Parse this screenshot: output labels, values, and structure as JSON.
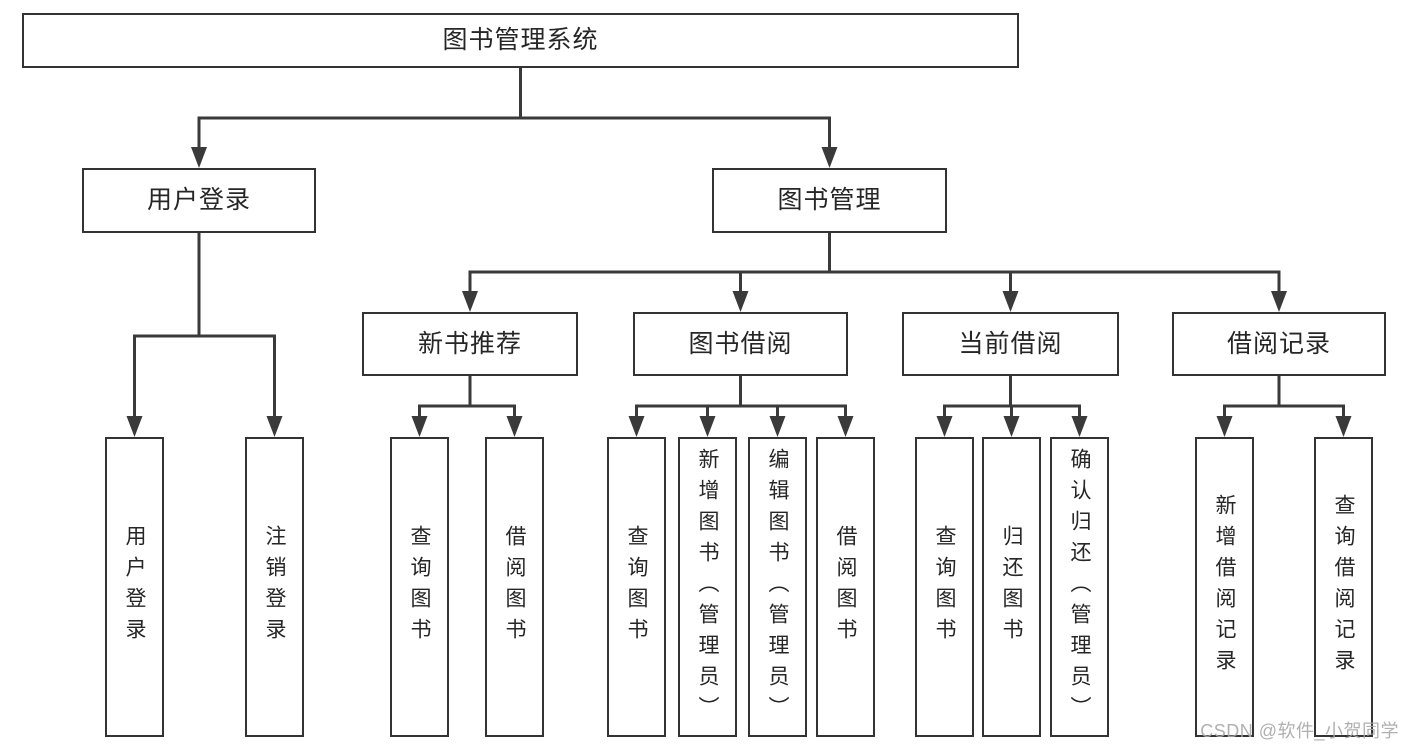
{
  "watermark": "CSDN @软件_小贺同学",
  "colors": {
    "line": "#3a3a3a",
    "box_border": "#333333",
    "box_fill": "#ffffff",
    "text": "#262626",
    "watermark_text": "#a8a8a8",
    "background": "#ffffff"
  },
  "tree": {
    "root": {
      "label": "图书管理系统"
    },
    "level2": [
      {
        "label": "用户登录",
        "children": [
          {
            "label": "用户登录"
          },
          {
            "label": "注销登录"
          }
        ]
      },
      {
        "label": "图书管理",
        "children": [
          {
            "label": "新书推荐",
            "children": [
              {
                "label": "查询图书"
              },
              {
                "label": "借阅图书"
              }
            ]
          },
          {
            "label": "图书借阅",
            "children": [
              {
                "label": "查询图书"
              },
              {
                "label": "新增图书（管理员）"
              },
              {
                "label": "编辑图书（管理员）"
              },
              {
                "label": "借阅图书"
              }
            ]
          },
          {
            "label": "当前借阅",
            "children": [
              {
                "label": "查询图书"
              },
              {
                "label": "归还图书"
              },
              {
                "label": "确认归还（管理员）"
              }
            ]
          },
          {
            "label": "借阅记录",
            "children": [
              {
                "label": "新增借阅记录"
              },
              {
                "label": "查询借阅记录"
              }
            ]
          }
        ]
      }
    ]
  }
}
